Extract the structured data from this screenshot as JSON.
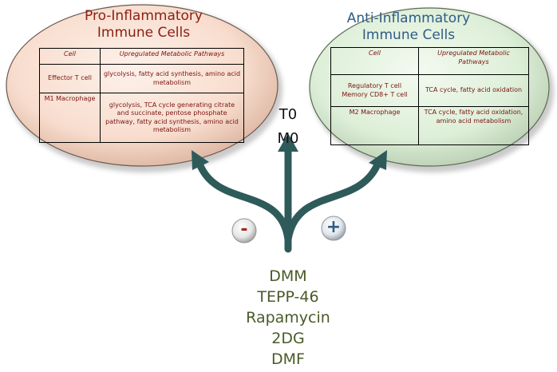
{
  "pro_inflammatory": {
    "title_line1": "Pro-Inflammatory",
    "title_line2": "Immune Cells",
    "header_cell": "Cell",
    "header_pathways": "Upregulated Metabolic Pathways",
    "rows": [
      {
        "cell": "Effector T cell",
        "pathways": "glycolysis, fatty acid synthesis, amino acid metabolism"
      },
      {
        "cell": "M1 Macrophage",
        "pathways": "glycolysis, TCA cycle generating citrate and succinate, pentose phosphate pathway, fatty acid synthesis, amino acid metabolism"
      }
    ]
  },
  "anti_inflammatory": {
    "title_line1": "Anti-Inflammatory",
    "title_line2": "Immune Cells",
    "header_cell": "Cell",
    "header_pathways": "Upregulated Metabolic Pathways",
    "rows": [
      {
        "cell_line1": "Regulatory T cell",
        "cell_line2": "Memory CD8+ T cell",
        "pathways": "TCA cycle, fatty acid oxidation"
      },
      {
        "cell": "M2 Macrophage",
        "pathways": "TCA cycle, fatty acid oxidation, amino acid metabolism"
      }
    ]
  },
  "resting_states": {
    "t": "T0",
    "m": "M0"
  },
  "signs": {
    "minus": "-",
    "plus": "+"
  },
  "drugs": [
    "DMM",
    "TEPP-46",
    "Rapamycin",
    "2DG",
    "DMF"
  ],
  "colors": {
    "pro_fill": "#f8ddce",
    "anti_fill": "#ddefd8",
    "arrow": "#2f5a5a",
    "drug_text": "#4a5b28",
    "pro_title": "#8b1e12",
    "anti_title": "#2f5c86"
  }
}
